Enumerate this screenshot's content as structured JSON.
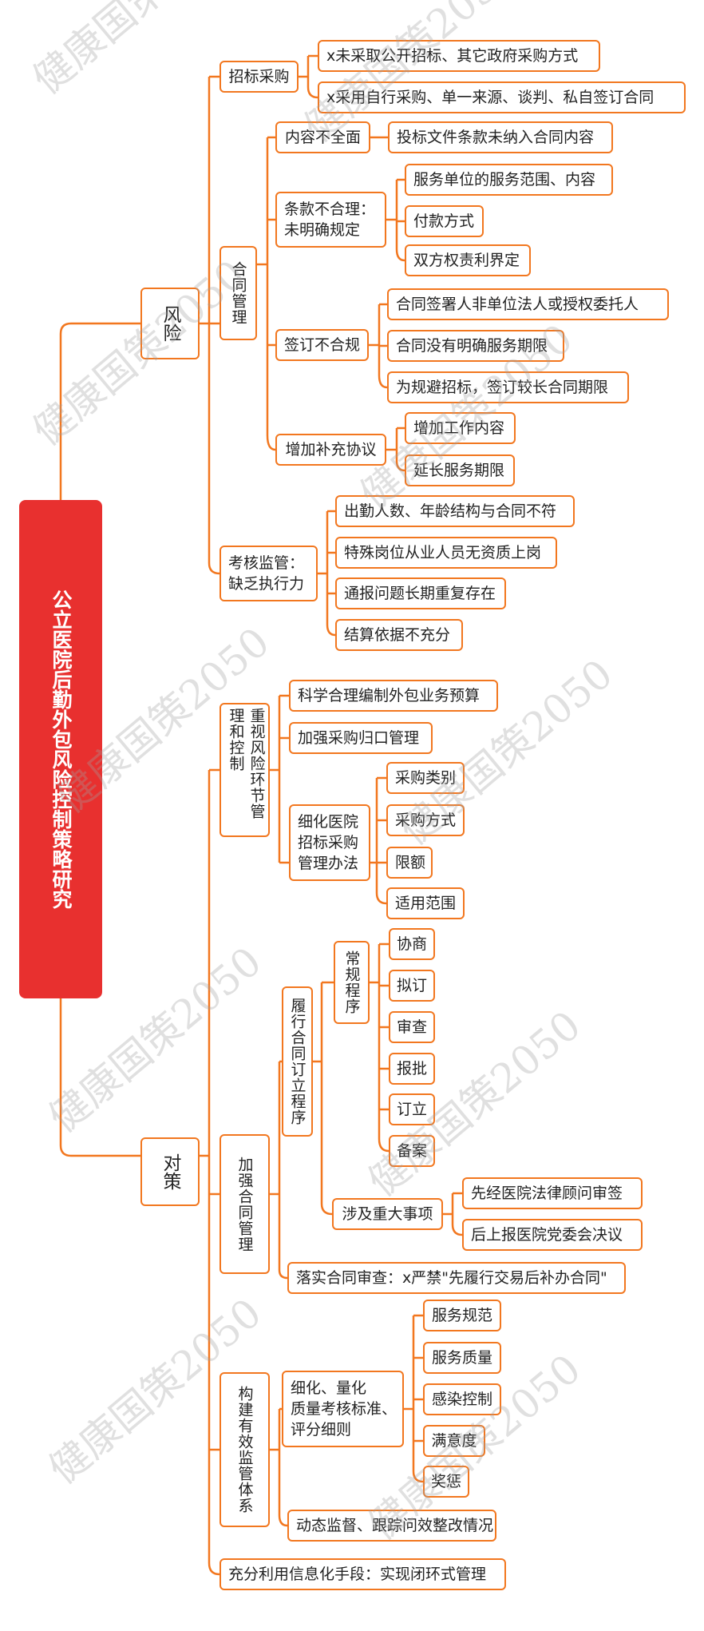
{
  "root": "公立医院后勤外包风险控制策略研究",
  "watermark": "健康国策2050",
  "colors": {
    "root": "#e8302f",
    "line": "#f2771f",
    "text": "#222222"
  },
  "risk": {
    "label": "风险",
    "bidding": {
      "label": "招标采购",
      "items": [
        "x未采取公开招标、其它政府采购方式",
        "x采用自行采购、单一来源、谈判、私自签订合同"
      ]
    },
    "contract": {
      "label": "合同管理",
      "incomplete": {
        "label": "内容不全面",
        "items": [
          "投标文件条款未纳入合同内容"
        ]
      },
      "unreasonable": {
        "label": "条款不合理：\n未明确规定",
        "items": [
          "服务单位的服务范围、内容",
          "付款方式",
          "双方权责利界定"
        ]
      },
      "noncompliant": {
        "label": "签订不合规",
        "items": [
          "合同签署人非单位法人或授权委托人",
          "合同没有明确服务期限",
          "为规避招标，签订较长合同期限"
        ]
      },
      "supplement": {
        "label": "增加补充协议",
        "items": [
          "增加工作内容",
          "延长服务期限"
        ]
      }
    },
    "supervision": {
      "label": "考核监管：\n缺乏执行力",
      "items": [
        "出勤人数、年龄结构与合同不符",
        "特殊岗位从业人员无资质上岗",
        "通报问题长期重复存在",
        "结算依据不充分"
      ]
    }
  },
  "strategy": {
    "label": "对策",
    "risk_control": {
      "label": "重视风险环节管理和控制",
      "items": [
        "科学合理编制外包业务预算",
        "加强采购归口管理"
      ],
      "bidding_rules": {
        "label": "细化医院\n招标采购\n管理办法",
        "items": [
          "采购类别",
          "采购方式",
          "限额",
          "适用范围"
        ]
      }
    },
    "contract_mgmt": {
      "label": "加强合同管理",
      "procedure": {
        "label": "履行合同订立程序",
        "routine": {
          "label": "常规程序",
          "items": [
            "协商",
            "拟订",
            "审查",
            "报批",
            "订立",
            "备案"
          ]
        },
        "major": {
          "label": "涉及重大事项",
          "items": [
            "先经医院法律顾问审签",
            "后上报医院党委会决议"
          ]
        }
      },
      "review": "落实合同审查：x严禁\"先履行交易后补办合同\""
    },
    "oversight": {
      "label": "构建有效监管体系",
      "quality": {
        "label": "细化、量化\n质量考核标准、\n评分细则",
        "items": [
          "服务规范",
          "服务质量",
          "感染控制",
          "满意度",
          "奖惩"
        ]
      },
      "dynamic": "动态监督、跟踪问效整改情况"
    },
    "it": "充分利用信息化手段：实现闭环式管理"
  }
}
